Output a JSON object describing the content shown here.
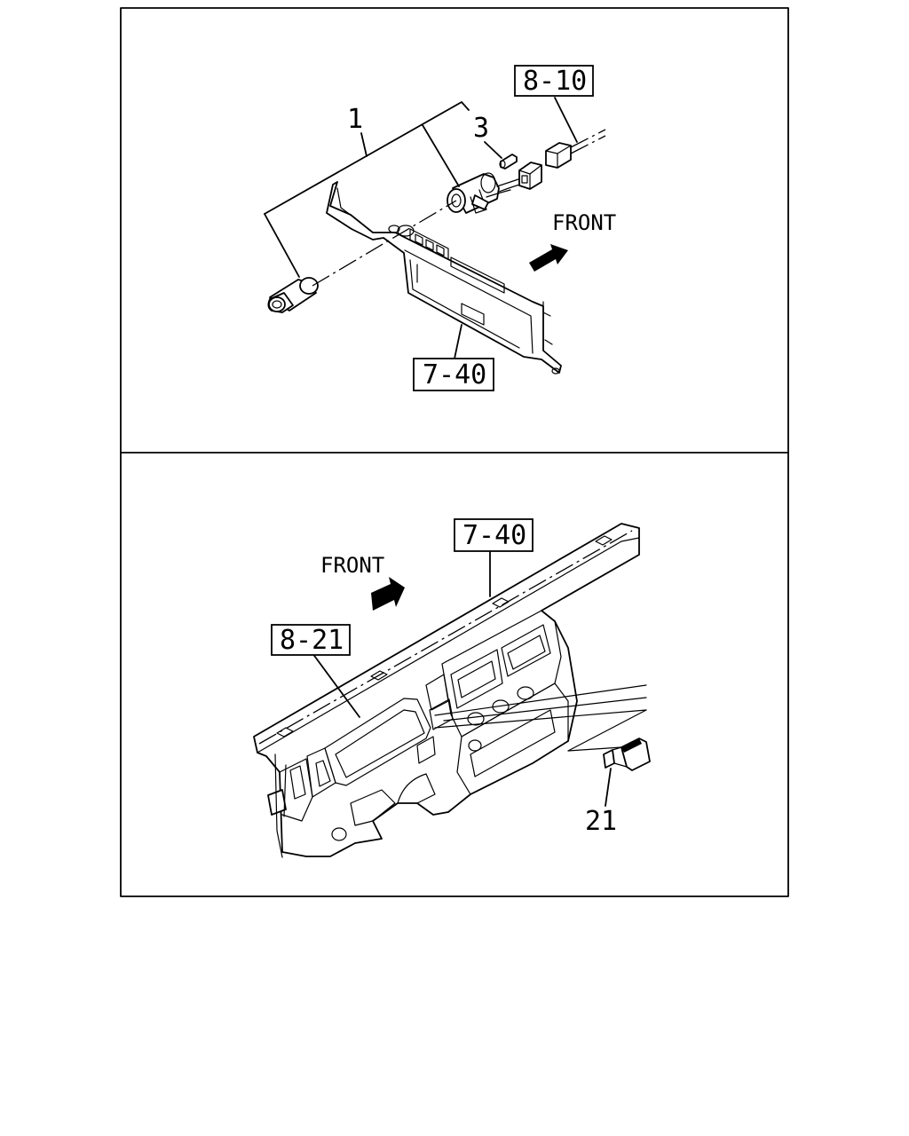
{
  "panels": [
    {
      "refs": [
        "8-10",
        "7-40"
      ],
      "callouts": [
        "1",
        "3"
      ],
      "direction_label": "FRONT"
    },
    {
      "refs": [
        "7-40",
        "8-21"
      ],
      "callouts": [
        "21"
      ],
      "direction_label": "FRONT"
    }
  ]
}
